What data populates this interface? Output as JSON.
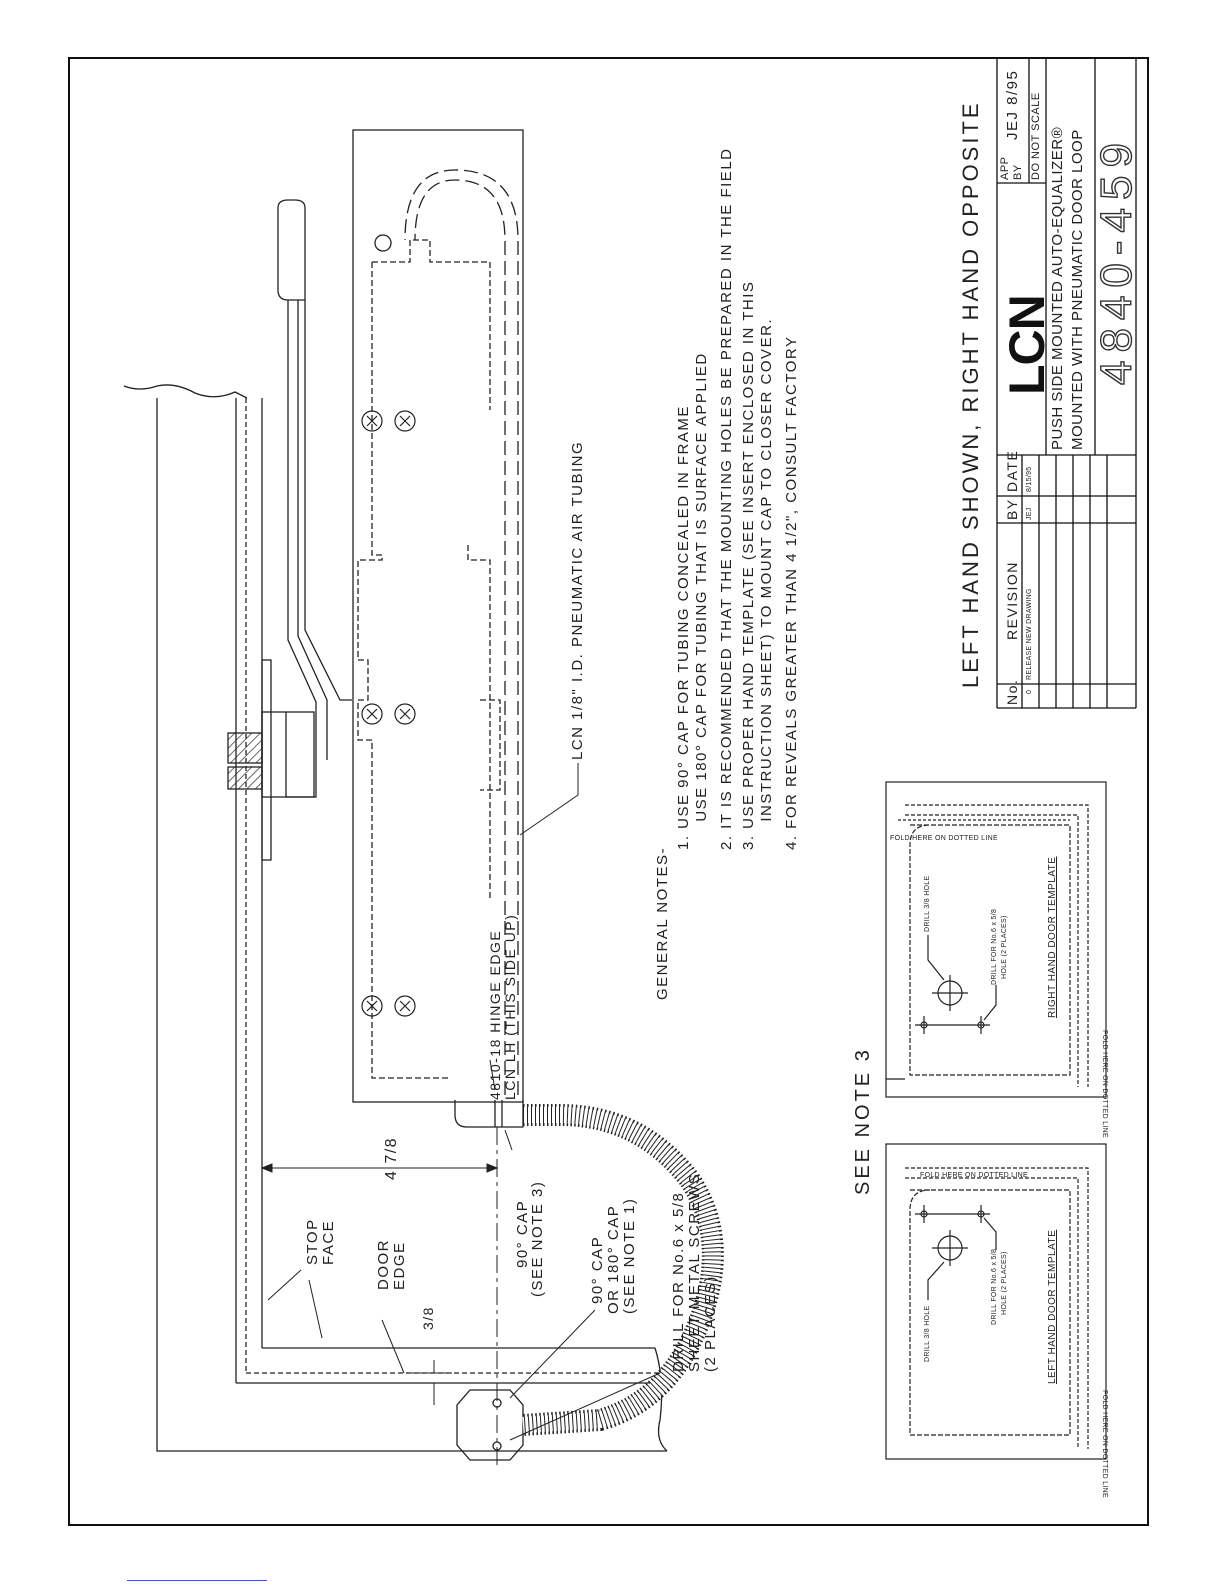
{
  "labels": {
    "stop_face": "STOP\nFACE",
    "door_edge": "DOOR\nEDGE",
    "dim_main": "4 7/8",
    "dim_small": "3/8",
    "cap_90": "90° CAP",
    "see_note_3": "(SEE NOTE 3)",
    "cap_90_180": "90° CAP",
    "or_180_cap": "OR 180° CAP",
    "see_note_1": "(SEE NOTE 1)",
    "drill_line1": "DRILL FOR No.6 x 5/8",
    "drill_line2": "SHEET METAL SCREWS",
    "drill_line3": "(2 PLACES)",
    "tubing": "LCN 1/8\" I.D. PNEUMATIC AIR TUBING",
    "lcn_arm_line1": "LCN  LH (THIS SIDE UP)",
    "lcn_arm_line2": "4810-18 HINGE EDGE",
    "see_note_3_big": "SEE NOTE 3"
  },
  "notes": {
    "heading": "GENERAL NOTES-",
    "items": [
      "1.  USE 90° CAP FOR TUBING CONCEALED IN FRAME",
      "     USE 180° CAP FOR TUBING THAT IS SURFACE APPLIED",
      "2.  IT IS RECOMMENDED THAT THE MOUNTING HOLES BE PREPARED IN THE FIELD",
      "3.  USE PROPER HAND TEMPLATE (SEE INSERT ENCLOSED IN THIS",
      "     INSTRUCTION SHEET) TO MOUNT CAP TO CLOSER COVER.",
      "4.  FOR REVEALS GREATER THAN 4 1/2\", CONSULT FACTORY"
    ]
  },
  "templates": {
    "fold_line": "FOLD HERE ON DOTTED LINE",
    "right": {
      "title": "RIGHT HAND DOOR TEMPLATE",
      "hole_label": "DRILL 3/8 HOLE",
      "drill_label1": "DRILL FOR No.6 x 5/8",
      "drill_label2": "HOLE (2 PLACES)"
    },
    "left": {
      "title": "LEFT HAND DOOR TEMPLATE",
      "hole_label": "DRILL 3/8 HOLE",
      "drill_label1": "DRILL FOR No.6 x 5/8",
      "drill_label2": "HOLE (2 PLACES)"
    }
  },
  "title_block": {
    "hand_note": "LEFT HAND SHOWN,  RIGHT HAND OPPOSITE",
    "rev_header": {
      "no": "No.",
      "revision": "REVISION",
      "by": "BY",
      "date": "DATE"
    },
    "rev_row": {
      "no": "0",
      "revision": "RELEASE NEW DRAWING",
      "by": "JEJ",
      "date": "8/15/95"
    },
    "logo": "LCN",
    "app_by": "APP",
    "by": "BY",
    "by_value": "JEJ 8/95",
    "do_not_scale": "DO NOT SCALE",
    "title_line1": "PUSH SIDE MOUNTED AUTO-EQUALIZER®",
    "title_line2": "MOUNTED WITH PNEUMATIC DOOR LOOP",
    "part_number": "4840-459"
  }
}
